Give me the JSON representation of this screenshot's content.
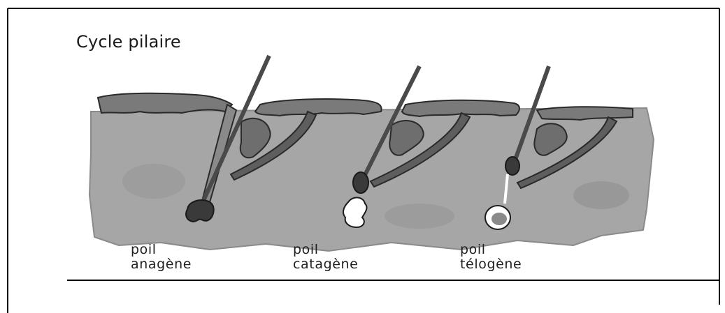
{
  "title": "Cycle pilaire",
  "stages": [
    {
      "line1": "poil",
      "line2": "anagène"
    },
    {
      "line1": "poil",
      "line2": "catagène"
    },
    {
      "line1": "poil",
      "line2": "télogène"
    }
  ],
  "colors": {
    "dermis": "#a6a6a6",
    "epidermis": "#7a7a7a",
    "gland": "#6e6e6e",
    "hair": "#5a5a5a",
    "outline": "#2a2a2a"
  }
}
